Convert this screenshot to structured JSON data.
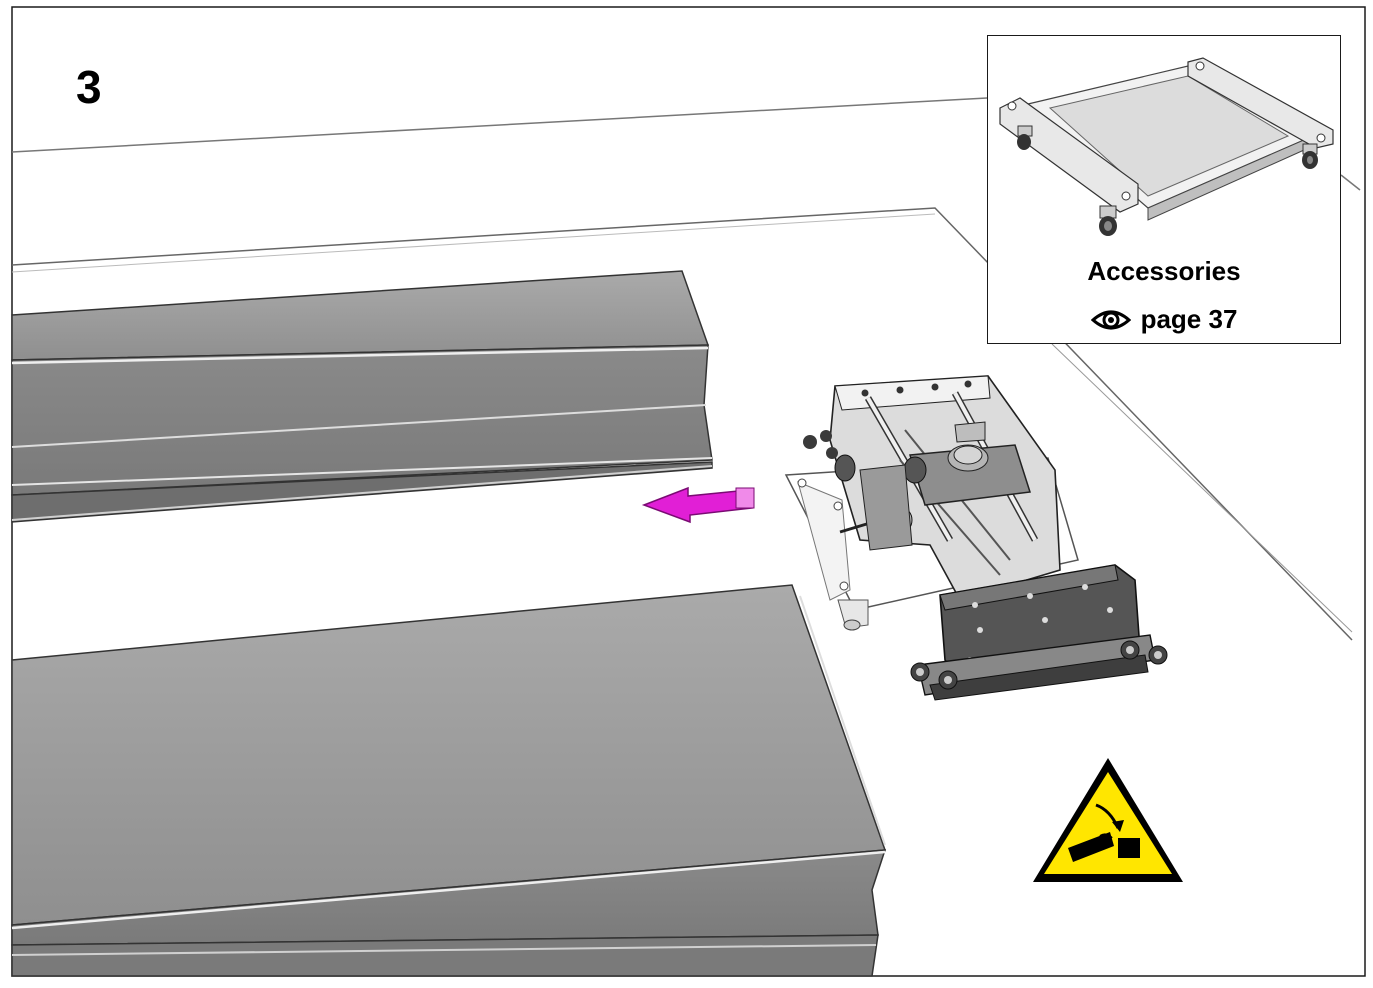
{
  "step": {
    "number": "3"
  },
  "accessories": {
    "title": "Accessories",
    "reference": "page 37",
    "reference_icon": "eye-icon"
  },
  "icons": {
    "direction_arrow": "left-arrow-icon",
    "warning": "crush-hazard-warning-icon"
  },
  "colors": {
    "arrow": "#e11fd6",
    "warning_fill": "#ffe600",
    "warning_stroke": "#000000",
    "beam": "#9a9a9a",
    "floor": "#fafafa"
  }
}
